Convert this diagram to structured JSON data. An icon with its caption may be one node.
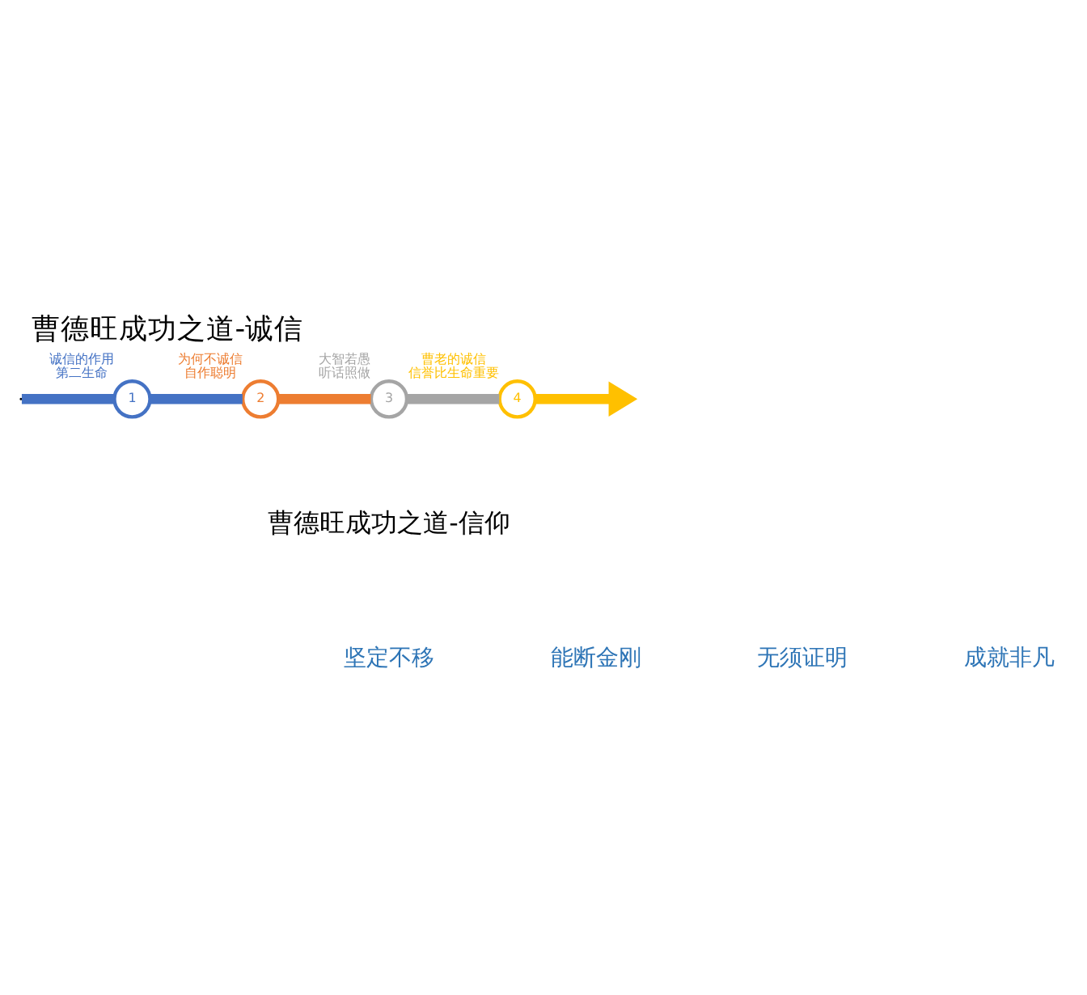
{
  "diagram": {
    "title": "曹德旺成功之道-诚信",
    "nodes": [
      {
        "text": [
          "1"
        ],
        "beside": [
          "诚信的作用",
          "第二生命"
        ]
      },
      {
        "text": [
          "2"
        ],
        "beside": [
          "为何不诚信",
          "自作聪明"
        ]
      },
      {
        "text": [
          "3"
        ],
        "beside": [
          "大智若愚",
          "听话照做"
        ]
      },
      {
        "text": [
          "4"
        ],
        "beside": [
          "曹老的诚信",
          "信誉比生命重要"
        ]
      }
    ],
    "edges": [
      {
        "from": null,
        "to": 0,
        "arrow": "none",
        "color": "#4472c4"
      },
      {
        "from": 0,
        "to": 1,
        "arrow": "none",
        "color": "#4472c4"
      },
      {
        "from": 1,
        "to": 2,
        "arrow": "none",
        "color": "#ed7d31"
      },
      {
        "from": 2,
        "to": 3,
        "arrow": "none",
        "color": "#a5a5a5"
      },
      {
        "from": 3,
        "to": null,
        "arrow": "to",
        "color": "#ffc000"
      }
    ],
    "labels": [
      "曹德旺成功之道-信仰",
      "坚定不移",
      "能断金刚",
      "无须证明",
      "成就非凡"
    ]
  }
}
